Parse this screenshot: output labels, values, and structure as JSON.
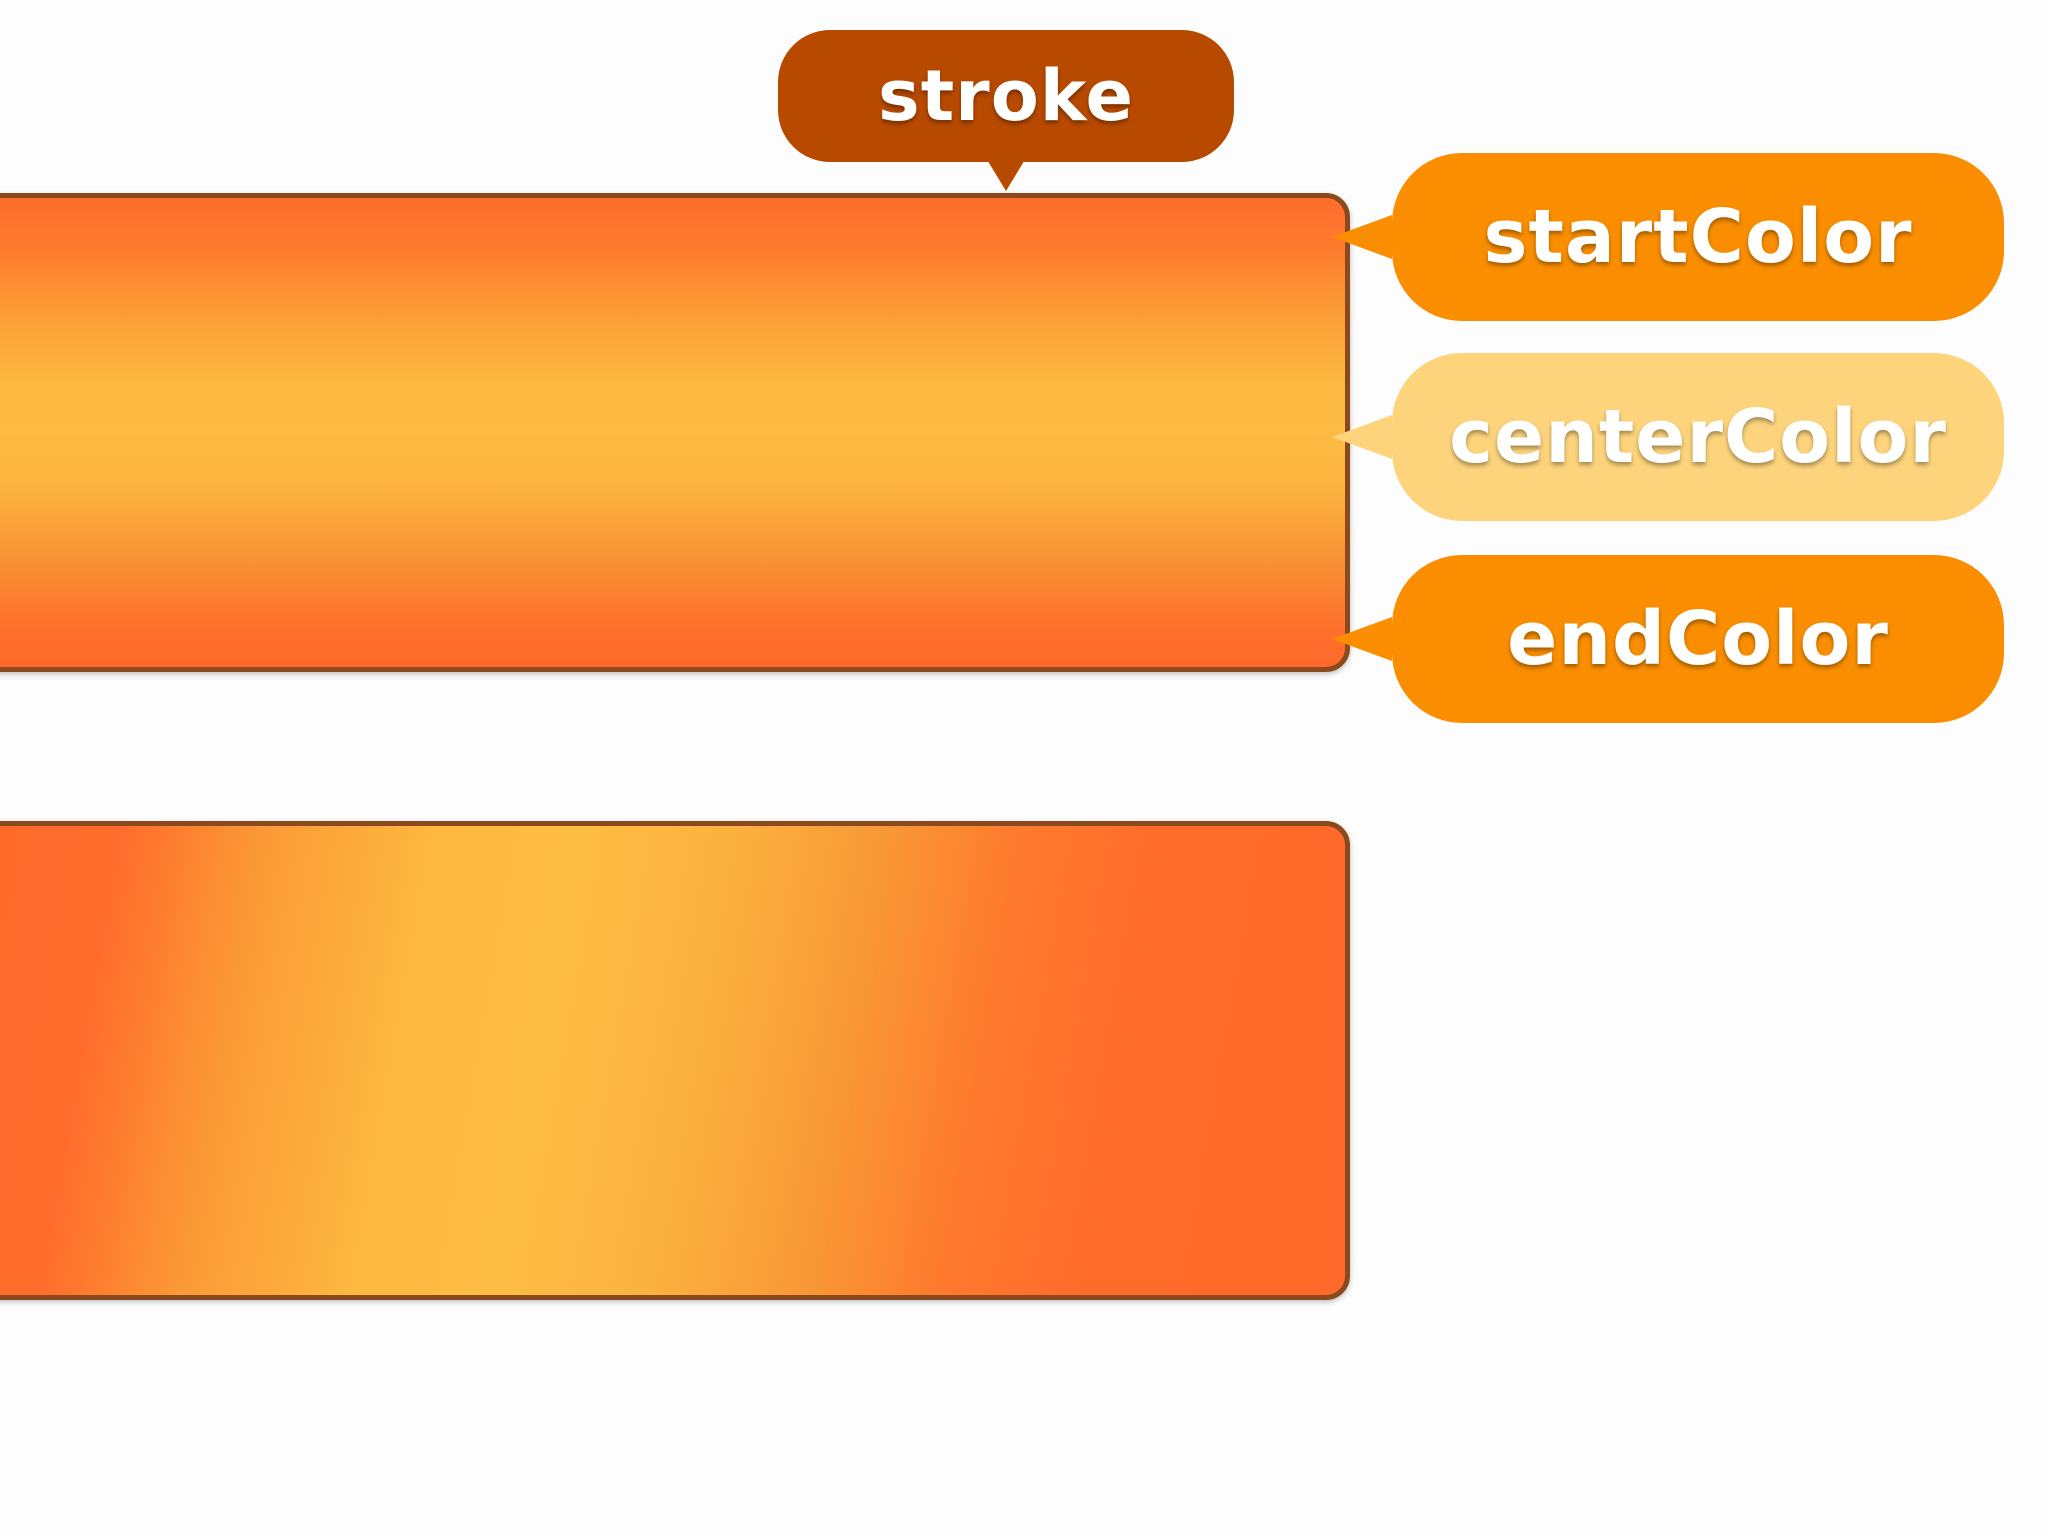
{
  "callouts": {
    "stroke": {
      "label": "stroke",
      "color": "#b84a00"
    },
    "start_color": {
      "label": "startColor",
      "color": "#fa8e00"
    },
    "center_color": {
      "label": "centerColor",
      "color": "#fdd47c"
    },
    "end_color": {
      "label": "endColor",
      "color": "#fa8e00"
    }
  },
  "shapes": {
    "stroke_color": "#8b4a1e",
    "gradient_colors": {
      "start": "#ff6c2c",
      "center": "#fdbb43",
      "end": "#ff6a2a"
    }
  }
}
